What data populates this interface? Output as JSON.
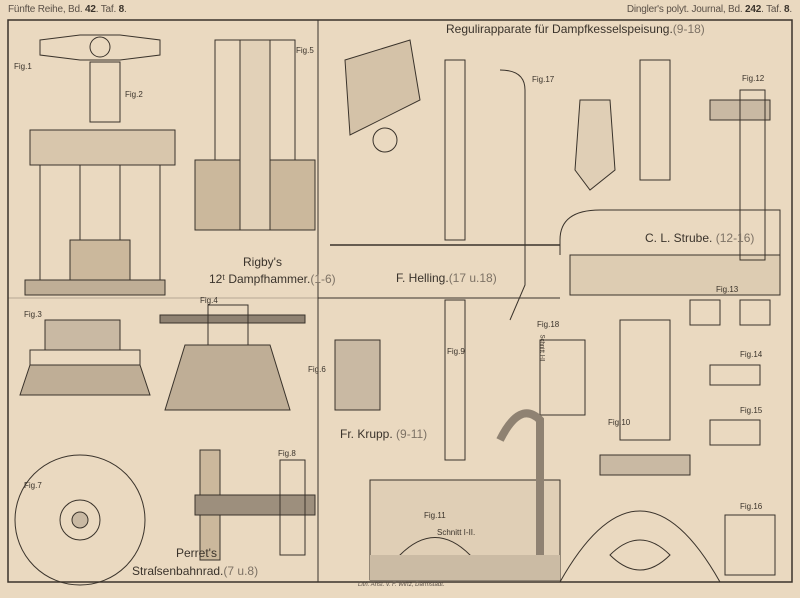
{
  "header": {
    "left": {
      "series": "Fünfte Reihe, Bd.",
      "volume": "42",
      "plate_prefix": ". Taf.",
      "plate": "8",
      "end": "."
    },
    "right": {
      "journal": "Dingler's polyt. Journal, Bd.",
      "volume": "242",
      "plate_prefix": ". Taf.",
      "plate": "8",
      "end": "."
    }
  },
  "title": {
    "text": "Regulirapparate für Dampfkesselspeisung.",
    "range": "(9-18)"
  },
  "captions": {
    "rigby_1": "Rigby's",
    "rigby_2": "12ᵗ Dampfhammer.",
    "rigby_range": "(1-6)",
    "helling": "F. Helling.",
    "helling_range": "(17 u.18)",
    "strube": "C. L. Strube.",
    "strube_range": "(12-16)",
    "krupp": "Fr. Krupp.",
    "krupp_range": "(9-11)",
    "perret_1": "Perret's",
    "perret_2": "Straſsenbahnrad.",
    "perret_range": "(7 u.8)",
    "schnitt": "Schnitt I-II.",
    "schnitt_18": "Schnitt I-II"
  },
  "figures": [
    "Fig.1",
    "Fig.2",
    "Fig.3",
    "Fig.4",
    "Fig.5",
    "Fig.6",
    "Fig.7",
    "Fig.8",
    "Fig.9",
    "Fig.10",
    "Fig.11",
    "Fig.12",
    "Fig.13",
    "Fig.14",
    "Fig.15",
    "Fig.16",
    "Fig.17",
    "Fig.18"
  ],
  "imprint": "Lith. Anst. v. F. Wirtz, Darmstadt.",
  "colors": {
    "paper": "#ead9c0",
    "ink": "#3a332b",
    "wash": "#c9b9a3"
  }
}
